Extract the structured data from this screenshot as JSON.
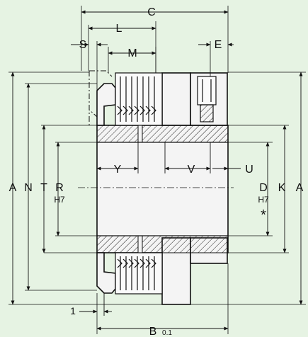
{
  "colors": {
    "background": "#e6f3e3",
    "line": "#111111",
    "hatch": "#222222",
    "body_fill": "#f4f4f4"
  },
  "dimensions": {
    "C": "C",
    "L": "L",
    "S": "S",
    "M": "M",
    "E": "E",
    "A": "A",
    "N": "N",
    "T": "T",
    "R": "R",
    "R_tol": "H7",
    "Y": "Y",
    "V": "V",
    "U": "U",
    "D": "D",
    "D_tol": "H7",
    "star": "*",
    "K": "K",
    "one": "1",
    "B": "B",
    "B_tol": "0.1"
  }
}
